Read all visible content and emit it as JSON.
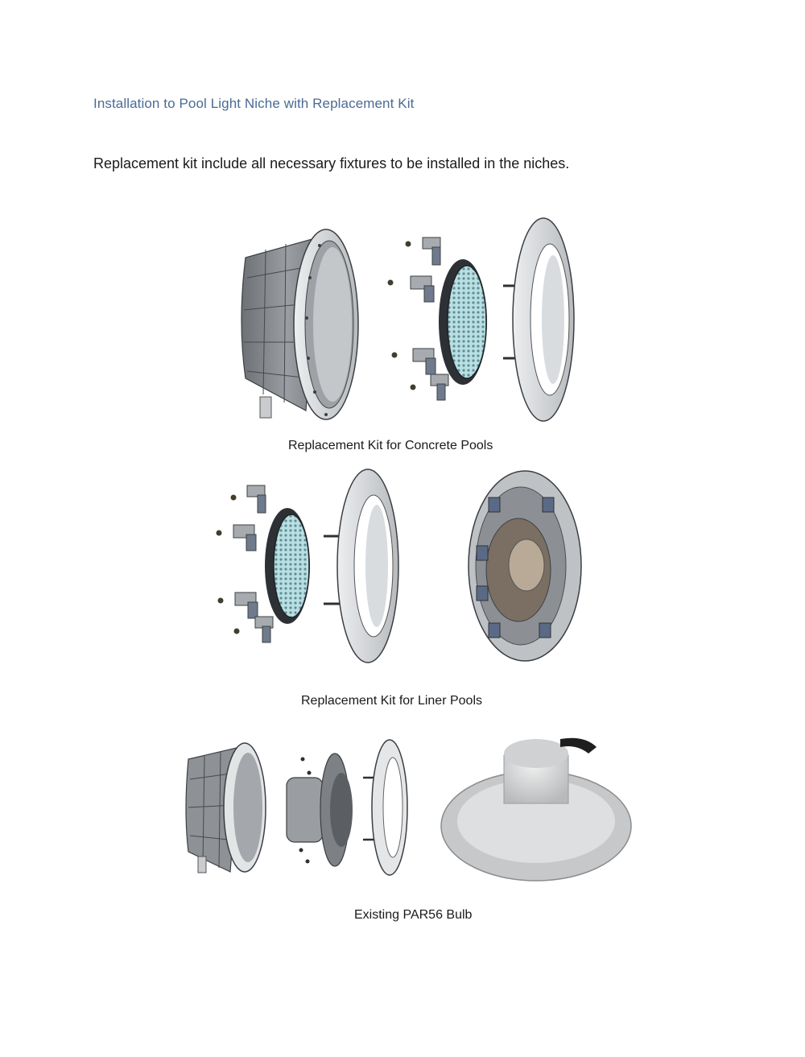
{
  "heading": "Installation to Pool Light Niche with Replacement Kit",
  "intro": "Replacement kit include all necessary fixtures to be installed in the niches.",
  "figures": [
    {
      "caption": "Replacement Kit for Concrete Pools"
    },
    {
      "caption": "Replacement Kit for Liner Pools"
    },
    {
      "caption": "Existing PAR56 Bulb"
    }
  ],
  "colors": {
    "heading": "#4a6b94",
    "metal": "#8e9296",
    "metal_light": "#d4d6d8",
    "led": "#9fd3d8"
  }
}
